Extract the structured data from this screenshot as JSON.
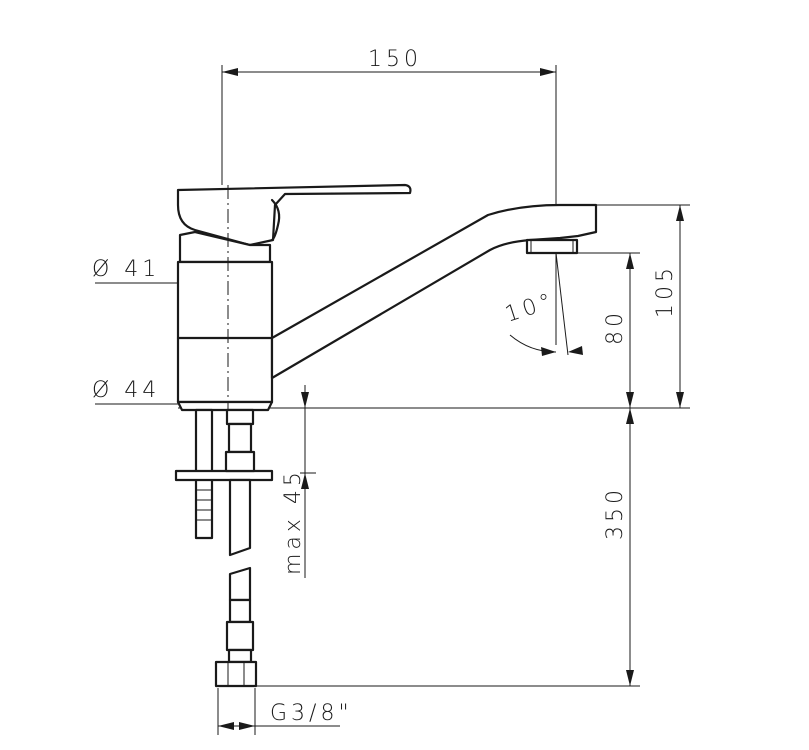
{
  "drawing": {
    "dimensions": {
      "width_150": "150",
      "height_105": "105",
      "height_80": "80",
      "length_350": "350",
      "max_45": "max 45",
      "angle_10": "10°",
      "diameter_41": "Ø 41",
      "diameter_44": "Ø 44",
      "thread_g38": "G3/8\""
    }
  }
}
